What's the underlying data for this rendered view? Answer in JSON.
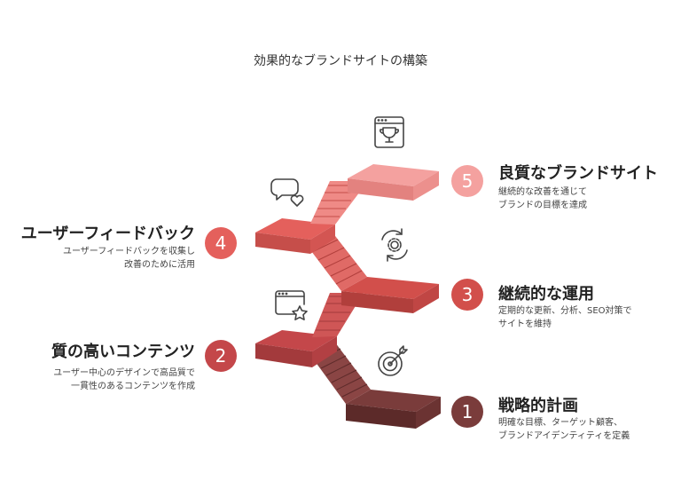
{
  "title": "効果的なブランドサイトの構築",
  "colors": {
    "step1": "#7a3c3b",
    "step2": "#c4474a",
    "step3": "#d24f4b",
    "step4": "#e4605c",
    "step5": "#f4a19f"
  },
  "steps": [
    {
      "number": "1",
      "title": "戦略的計画",
      "desc": [
        "明確な目標、ターゲット顧客、",
        "ブランドアイデンティティを定義"
      ],
      "icon": "target-icon"
    },
    {
      "number": "2",
      "title": "質の高いコンテンツ",
      "desc": [
        "ユーザー中心のデザインで高品質で",
        "一貫性のあるコンテンツを作成"
      ],
      "icon": "window-star-icon"
    },
    {
      "number": "3",
      "title": "継続的な運用",
      "desc": [
        "定期的な更新、分析、SEO対策で",
        "サイトを維持"
      ],
      "icon": "gear-cycle-icon"
    },
    {
      "number": "4",
      "title": "ユーザーフィードバック",
      "desc": [
        "ユーザーフィードバックを収集し",
        "改善のために活用"
      ],
      "icon": "chat-heart-icon"
    },
    {
      "number": "5",
      "title": "良質なブランドサイト",
      "desc": [
        "継続的な改善を通じて",
        "ブランドの目標を達成"
      ],
      "icon": "window-trophy-icon"
    }
  ]
}
